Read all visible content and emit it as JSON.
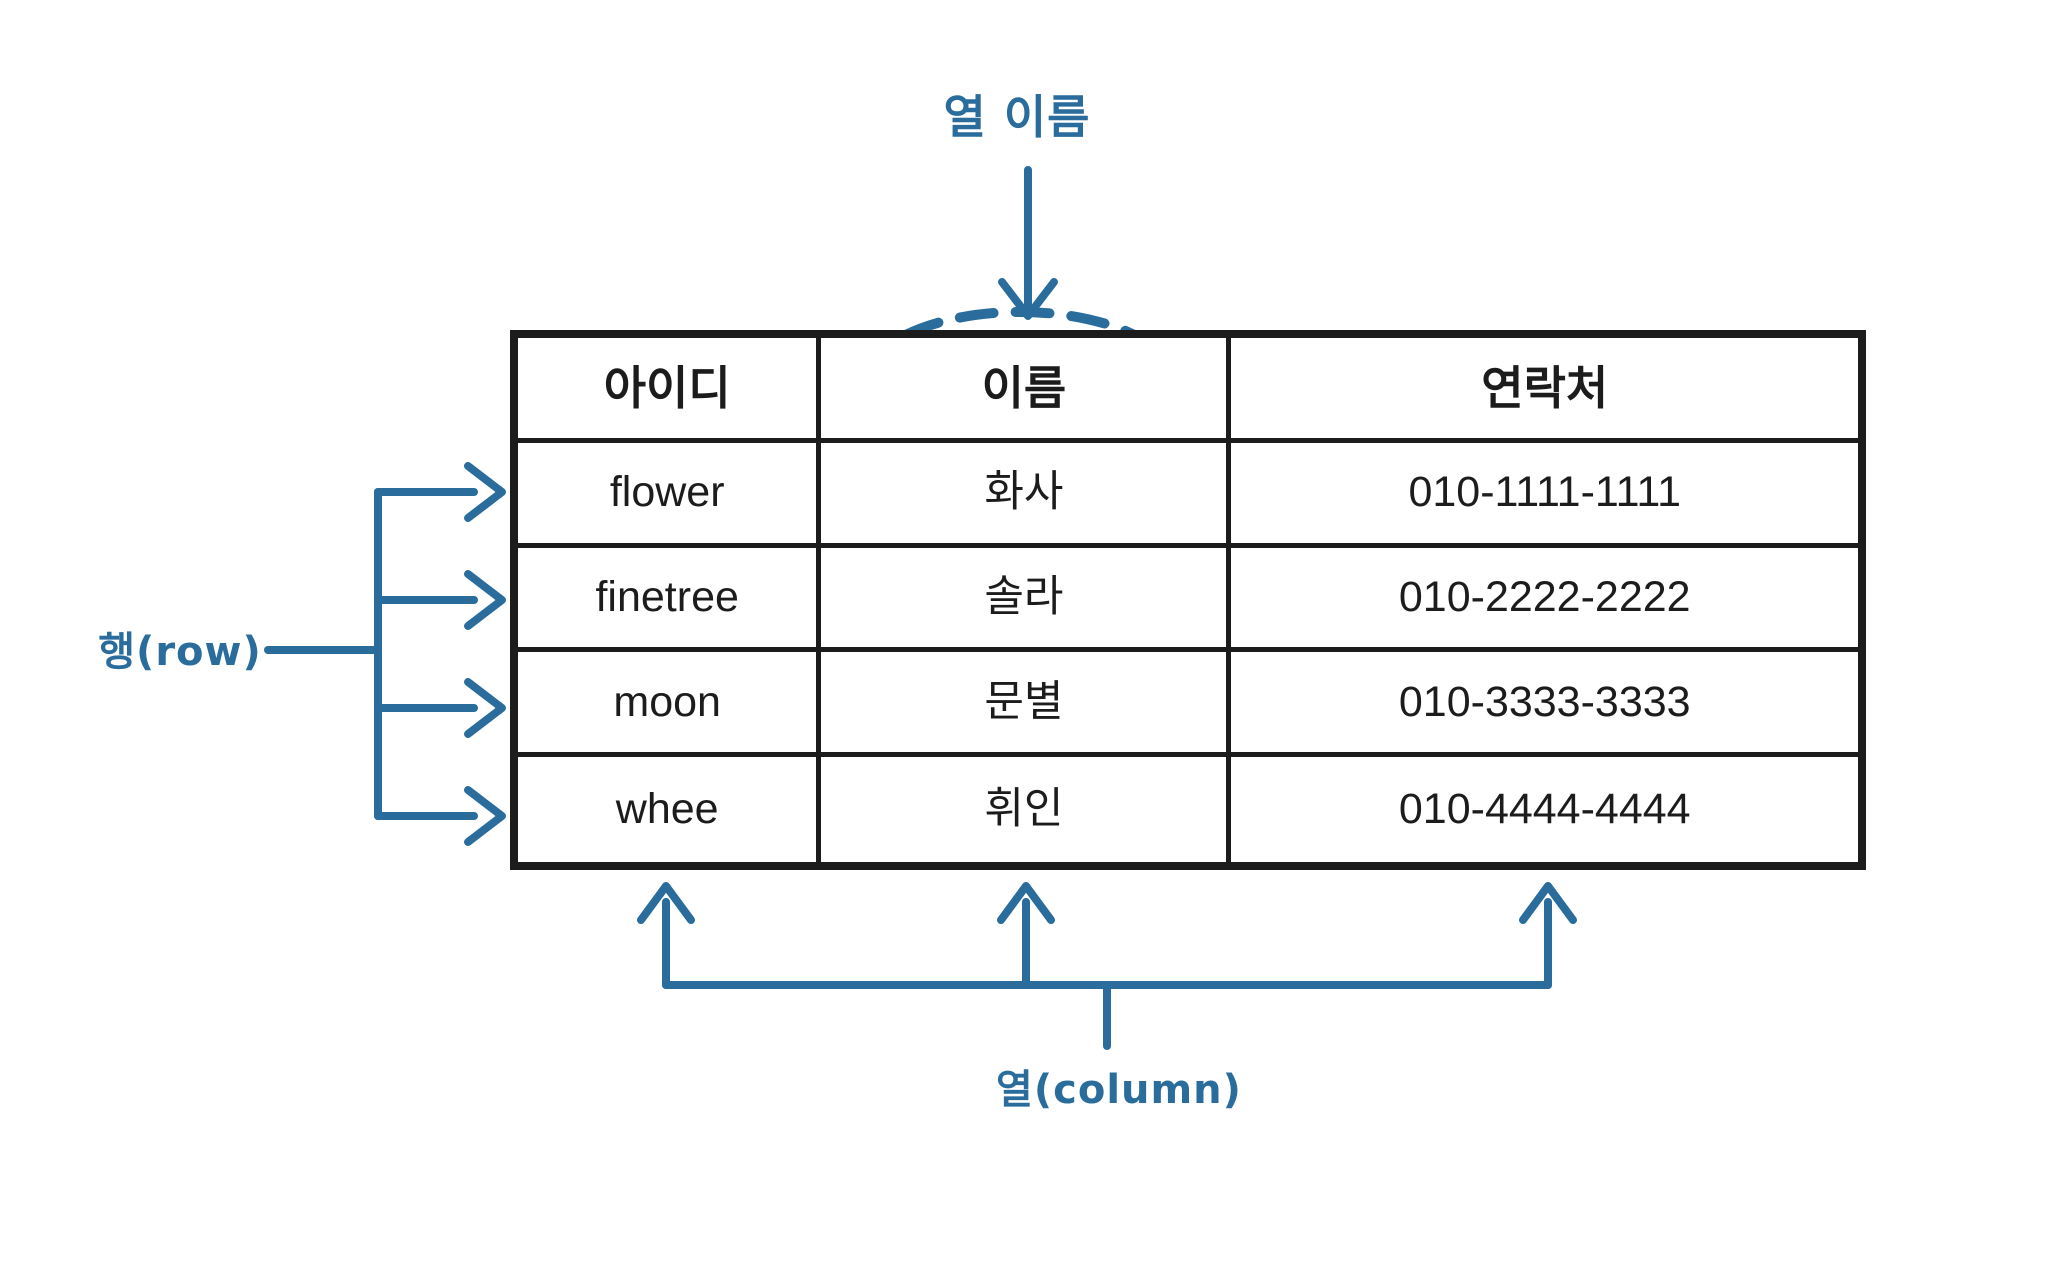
{
  "annotations": {
    "column_name": {
      "label": "열 이름"
    },
    "row": {
      "label": "행(row)"
    },
    "column": {
      "label": "열(column)"
    }
  },
  "table": {
    "headers": [
      "아이디",
      "이름",
      "연락처"
    ],
    "rows": [
      [
        "flower",
        "화사",
        "010-1111-1111"
      ],
      [
        "finetree",
        "솔라",
        "010-2222-2222"
      ],
      [
        "moon",
        "문별",
        "010-3333-3333"
      ],
      [
        "whee",
        "휘인",
        "010-4444-4444"
      ]
    ]
  },
  "colors": {
    "annotation_blue": "#2a6d9c",
    "table_border": "#1c1c1c",
    "table_text": "#1c1c1c",
    "background": "#ffffff"
  }
}
